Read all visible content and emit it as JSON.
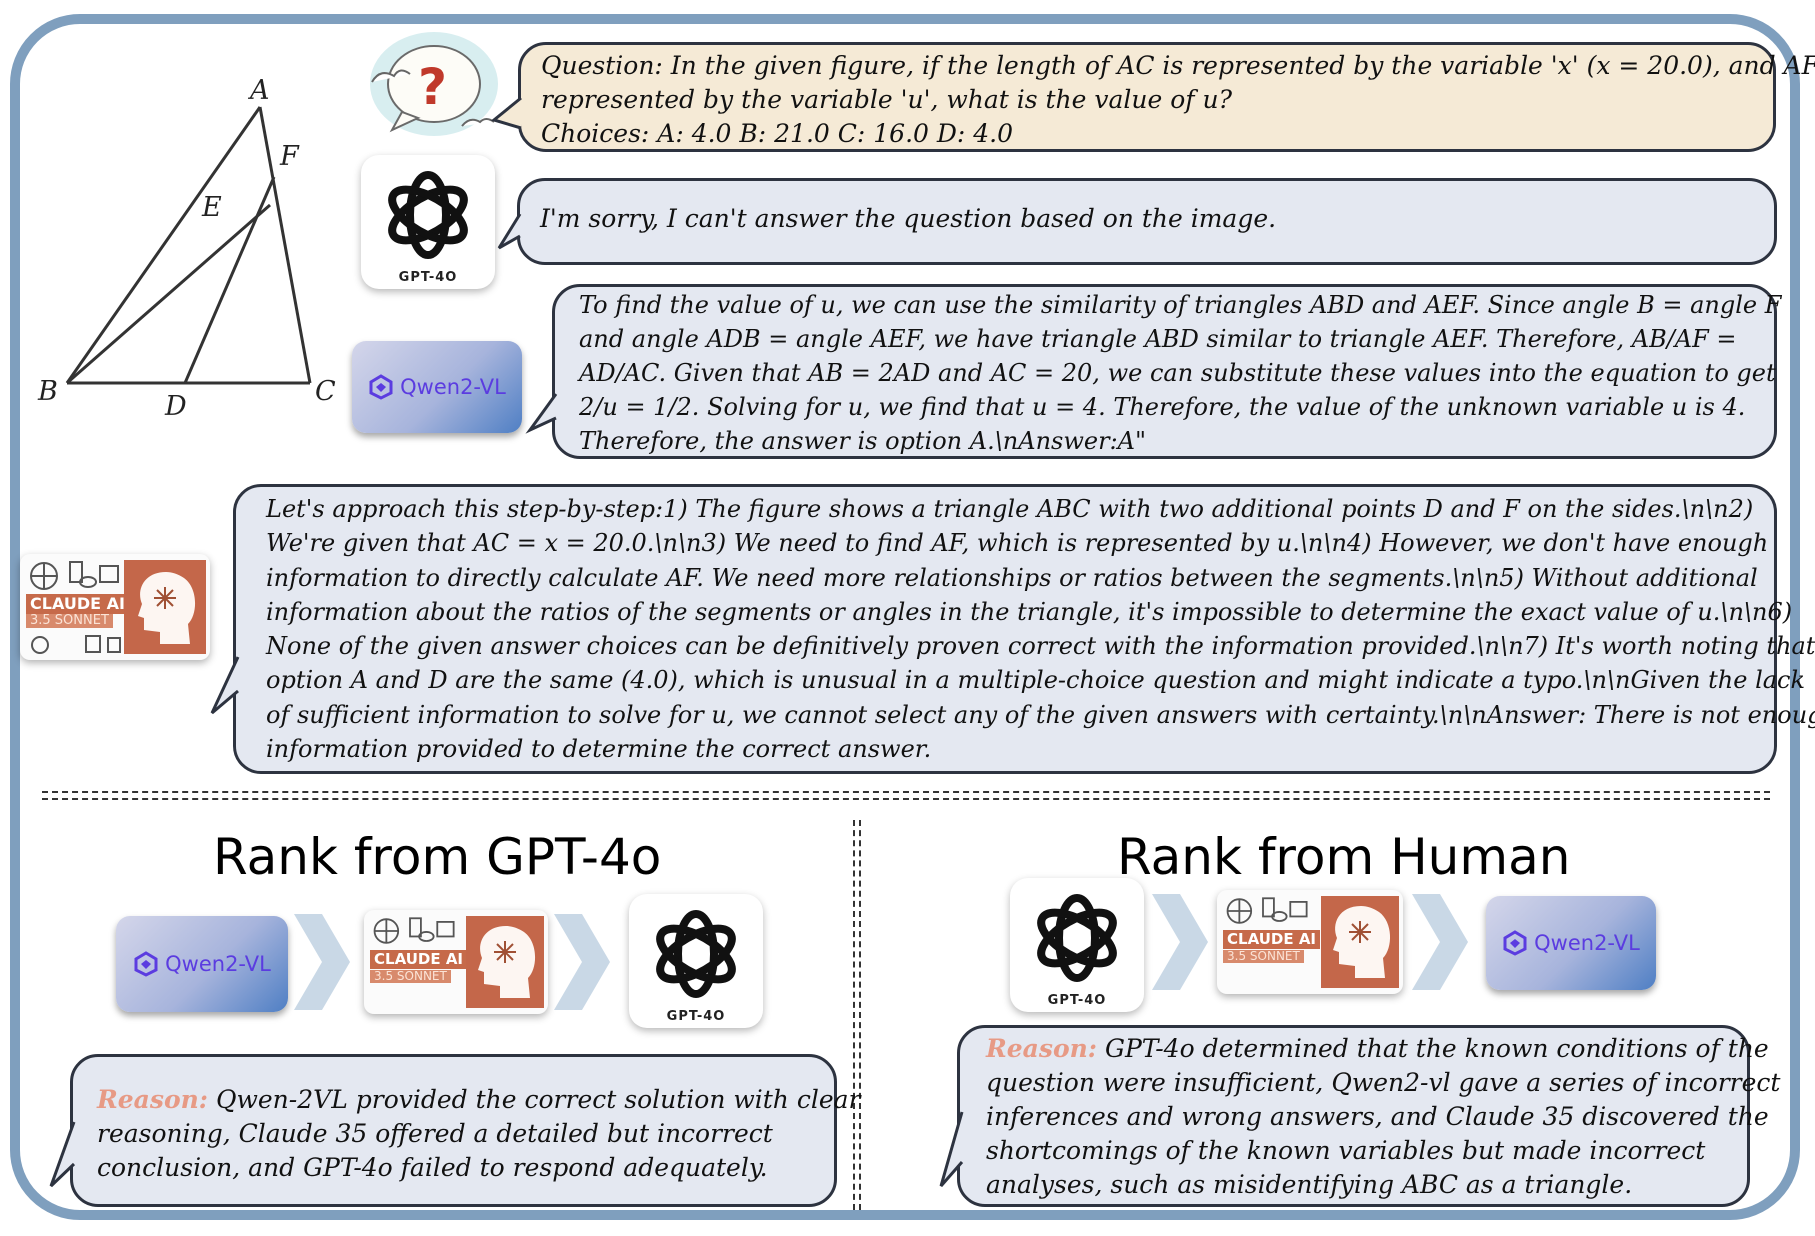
{
  "figure": {
    "points": {
      "A": "A",
      "B": "B",
      "C": "C",
      "D": "D",
      "E": "E",
      "F": "F"
    }
  },
  "question": {
    "line1": "Question: In the given figure, if the length of AC is represented by the variable 'x' (x = 20.0), and AF is",
    "line2": "represented by the variable 'u', what is the value of u?",
    "line3": "Choices: A: 4.0 B: 21.0 C: 16.0 D: 4.0"
  },
  "logos": {
    "gpt_label": "GPT-4O",
    "qwen_label": "Qwen2-VL",
    "claude_label": "CLAUDE AI",
    "claude_sub": "3.5 SONNET"
  },
  "answers": {
    "gpt": [
      "I'm sorry, I can't answer the question based on the image."
    ],
    "qwen": [
      "To find the value of u, we can use the similarity of triangles ABD and AEF. Since angle B = angle F",
      "and angle ADB = angle AEF, we have triangle ABD similar to triangle AEF. Therefore, AB/AF =",
      "AD/AC. Given that AB = 2AD and AC = 20, we can substitute these values into the equation to get",
      "2/u = 1/2. Solving for u, we find that u = 4. Therefore, the value of the unknown variable u is 4.",
      "Therefore, the answer is option A.\\nAnswer:A\""
    ],
    "claude": [
      "Let's approach this step-by-step:1) The figure shows a triangle ABC with two additional points D and F on the sides.\\n\\n2)",
      "We're given that AC = x = 20.0.\\n\\n3) We need to find AF, which is represented by u.\\n\\n4) However, we don't have enough",
      "information to directly calculate AF. We need more relationships or ratios between the segments.\\n\\n5) Without additional",
      "information about the ratios of the segments or angles in the triangle, it's impossible to determine the exact value of u.\\n\\n6)",
      "None of the given answer choices can be definitively proven correct with the information provided.\\n\\n7) It's worth noting that",
      "option A and D are the same (4.0), which is unusual in a multiple-choice question and might indicate a typo.\\n\\nGiven the lack",
      "of sufficient information to solve for u, we cannot select any of the given answers with certainty.\\n\\nAnswer: There is not enough",
      "information provided to determine the correct answer."
    ]
  },
  "rank_gpt": {
    "title": "Rank from GPT-4o",
    "reason_label": "Reason:",
    "reason_lines": [
      " Qwen-2VL provided the correct solution with clear",
      "reasoning, Claude 35 offered a detailed but incorrect",
      "conclusion, and GPT-4o failed to respond adequately."
    ]
  },
  "rank_human": {
    "title": "Rank from Human",
    "reason_label": "Reason:",
    "reason_lines": [
      " GPT-4o determined that the known conditions of the",
      "question were insufficient, Qwen2-vl gave a series of incorrect",
      "inferences and wrong answers, and Claude 35 discovered the",
      "shortcomings of the known variables but made incorrect",
      "analyses, such as misidentifying ABC as a triangle."
    ]
  },
  "colors": {
    "frame": "#7f9fbe",
    "question_bg": "#f5ead6",
    "answer_bg": "#e4e8f1",
    "reason_label": "#e79a85",
    "chevron": "#c9d8e6"
  }
}
